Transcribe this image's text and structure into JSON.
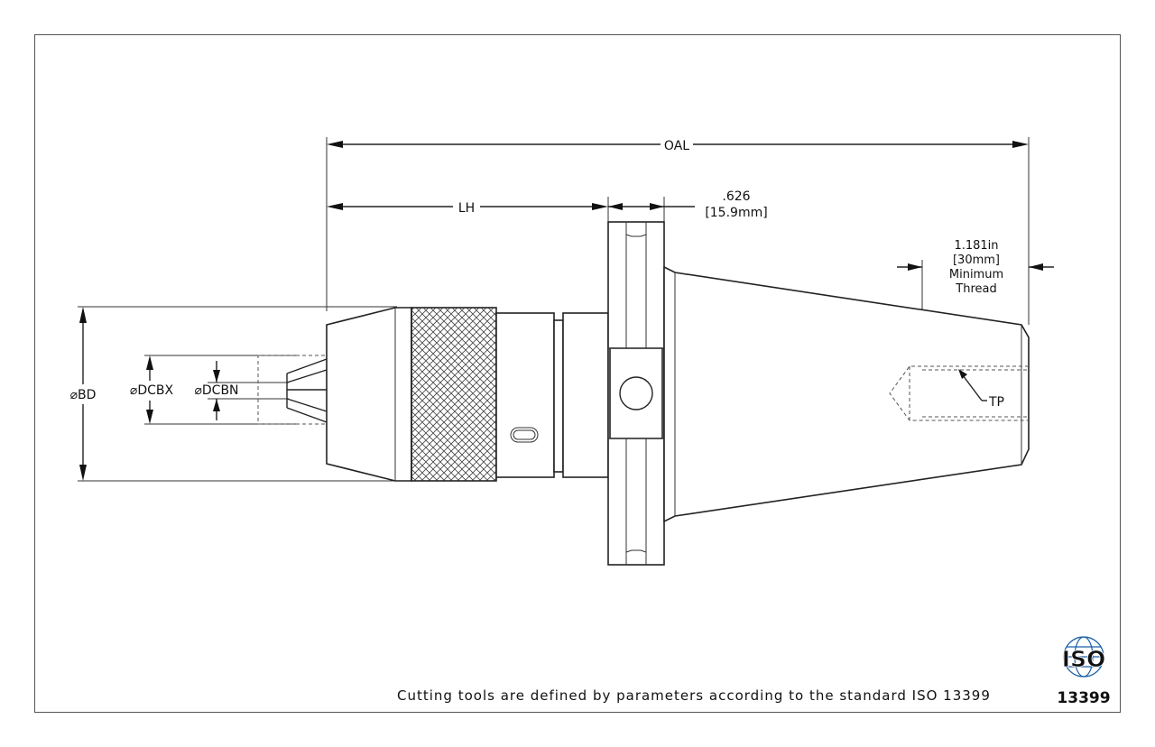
{
  "labels": {
    "oal": "OAL",
    "lh": "LH",
    "flange_width_in": ".626",
    "flange_width_mm": "[15.9mm]",
    "thread_in": "1.181in",
    "thread_mm": "[30mm]",
    "thread_word1": "Minimum",
    "thread_word2": "Thread",
    "bd": "⌀BD",
    "dcbx": "⌀DCBX",
    "dcbn": "⌀DCBN",
    "tp": "TP"
  },
  "footer": {
    "note": "Cutting tools are defined by parameters according to the standard ISO 13399"
  },
  "logo": {
    "word": "ISO",
    "number": "13399",
    "color": "#1a5fa8"
  }
}
